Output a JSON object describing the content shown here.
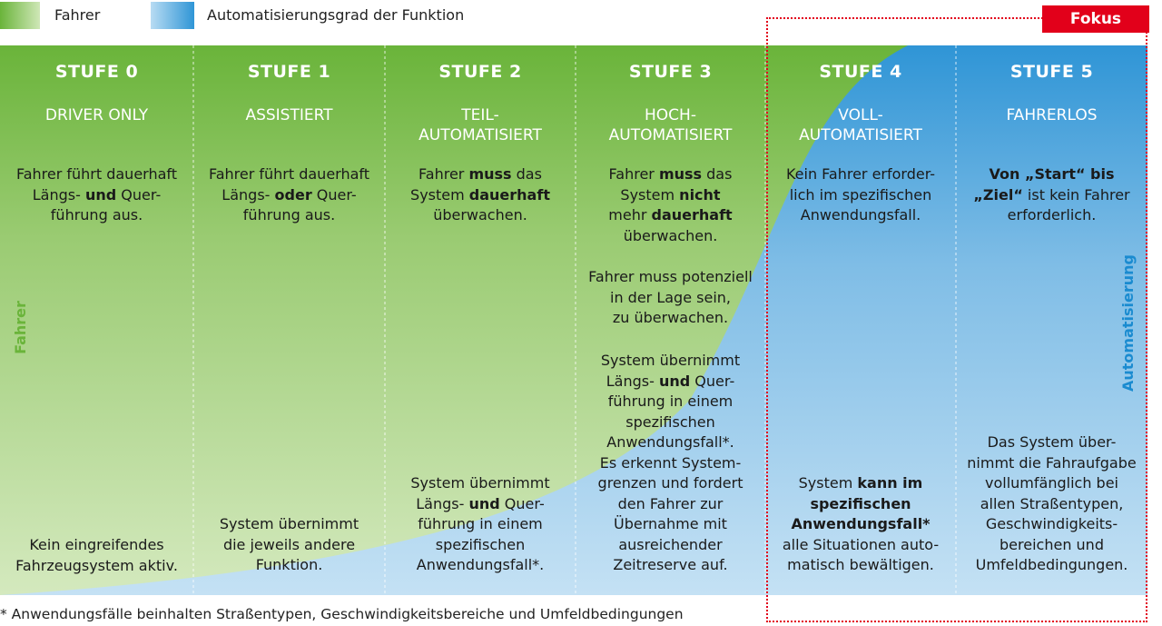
{
  "legend": {
    "driver_label": "Fahrer",
    "automation_label": "Automatisierungsgrad der Funktion"
  },
  "focus_label": "Fokus",
  "axis_labels": {
    "driver": "Fahrer",
    "automation": "Automatisierung"
  },
  "colors": {
    "driver_green": "#6ab43a",
    "driver_green_light": "#cfe7b7",
    "automation_blue": "#2f95d6",
    "automation_blue_light": "#b8dcf3",
    "focus_red": "#e2001a"
  },
  "stages": [
    {
      "title": "STUFE 0",
      "subtitle": [
        "DRIVER ONLY"
      ],
      "upper": [
        [
          "Fahrer führt dauerhaft"
        ],
        [
          "Längs- ",
          "und",
          " Quer-"
        ],
        [
          "führung aus."
        ]
      ],
      "lower": [
        [
          "Kein eingreifendes"
        ],
        [
          "Fahrzeugsystem aktiv."
        ]
      ]
    },
    {
      "title": "STUFE 1",
      "subtitle": [
        "ASSISTIERT"
      ],
      "upper": [
        [
          "Fahrer führt dauerhaft"
        ],
        [
          "Längs- ",
          "oder",
          " Quer-"
        ],
        [
          "führung aus."
        ]
      ],
      "lower": [
        [
          "System übernimmt"
        ],
        [
          "die jeweils andere"
        ],
        [
          "Funktion."
        ]
      ]
    },
    {
      "title": "STUFE 2",
      "subtitle": [
        "TEIL-",
        "AUTOMATISIERT"
      ],
      "upper": [
        [
          "Fahrer ",
          "muss",
          " das"
        ],
        [
          "System ",
          "dauerhaft"
        ],
        [
          "überwachen."
        ]
      ],
      "lower": [
        [
          "System übernimmt"
        ],
        [
          "Längs- ",
          "und",
          " Quer-"
        ],
        [
          "führung in einem"
        ],
        [
          "spezifischen"
        ],
        [
          "Anwendungsfall*."
        ]
      ]
    },
    {
      "title": "STUFE 3",
      "subtitle": [
        "HOCH-",
        "AUTOMATISIERT"
      ],
      "upper": [
        [
          "Fahrer ",
          "muss",
          " das"
        ],
        [
          "System ",
          "nicht"
        ],
        [
          "mehr ",
          "dauerhaft"
        ],
        [
          "überwachen."
        ]
      ],
      "middle": [
        [
          "Fahrer muss potenziell"
        ],
        [
          "in der Lage sein,"
        ],
        [
          "zu überwachen."
        ]
      ],
      "lower": [
        [
          "System übernimmt"
        ],
        [
          "Längs- ",
          "und",
          " Quer-"
        ],
        [
          "führung in einem"
        ],
        [
          "spezifischen"
        ],
        [
          "Anwendungsfall*."
        ],
        [
          "Es erkennt System-"
        ],
        [
          "grenzen und fordert"
        ],
        [
          "den Fahrer zur"
        ],
        [
          "Übernahme mit"
        ],
        [
          "ausreichender"
        ],
        [
          "Zeitreserve auf."
        ]
      ]
    },
    {
      "title": "STUFE 4",
      "subtitle": [
        "VOLL-",
        "AUTOMATISIERT"
      ],
      "upper": [
        [
          "Kein Fahrer erforder-"
        ],
        [
          "lich im spezifischen"
        ],
        [
          "Anwendungsfall."
        ]
      ],
      "lower": [
        [
          "System ",
          "kann im"
        ],
        [
          "",
          "spezifischen"
        ],
        [
          "",
          "Anwendungsfall*"
        ],
        [
          "alle Situationen auto-"
        ],
        [
          "matisch bewältigen."
        ]
      ]
    },
    {
      "title": "STUFE 5",
      "subtitle": [
        "FAHRERLOS"
      ],
      "upper": [
        [
          "",
          "Von „Start“ bis"
        ],
        [
          "",
          "„Ziel“",
          " ist kein Fahrer"
        ],
        [
          "erforderlich."
        ]
      ],
      "lower": [
        [
          "Das System über-"
        ],
        [
          "nimmt die Fahraufgabe"
        ],
        [
          "vollumfänglich bei"
        ],
        [
          "allen Straßentypen,"
        ],
        [
          "Geschwindigkeits-"
        ],
        [
          "bereichen und"
        ],
        [
          "Umfeldbedingungen."
        ]
      ]
    }
  ],
  "footnote": "* Anwendungsfälle beinhalten Straßentypen, Geschwindigkeitsbereiche und Umfeldbedingungen"
}
